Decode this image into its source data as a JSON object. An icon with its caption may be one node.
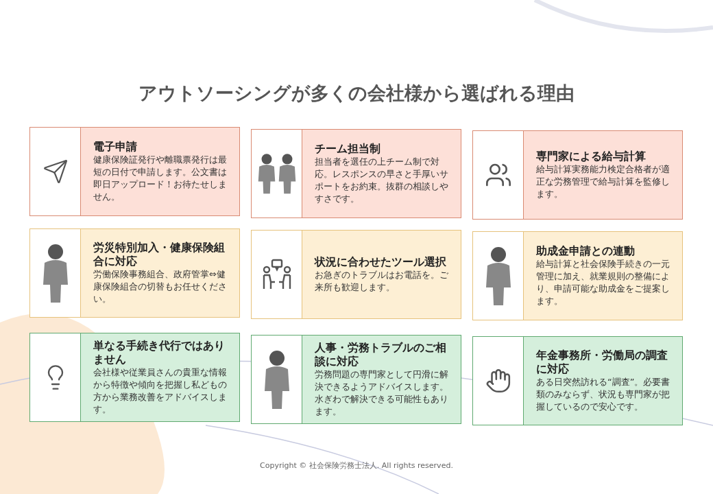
{
  "diagram": {
    "title": "アウトソーシングが多くの会社様から選ばれる理由",
    "nodes": [
      {
        "text": [
          "電子申請",
          "健康保険証発行や離職票発行は最短の日付で申請します。公文書は即日アップロード！お待たせしません。"
        ]
      },
      {
        "text": [
          "労災特別加入・健康保険組合に対応",
          "労働保険事務組合、政府管掌⇔健康保険組合の切替もお任せください。"
        ]
      },
      {
        "text": [
          "単なる手続き代行ではありません",
          "会社様や従業員さんの貴重な情報から特徴や傾向を把握し私どもの方から業務改善をアドバイスします。"
        ]
      },
      {
        "text": [
          "チーム担当制",
          "担当者を選任の上チーム制で対応。レスポンスの早さと手厚いサポートをお約束。抜群の相談しやすさです。"
        ]
      },
      {
        "text": [
          "状況に合わせたツール選択",
          "お急ぎのトラブルはお電話を。ご来所も歓迎します。"
        ]
      },
      {
        "text": [
          "人事・労務トラブルのご相談に対応",
          "労務問題の専門家として円滑に解決できるようアドバイスします。水ぎわで解決できる可能性もあります。"
        ]
      },
      {
        "text": [
          "専門家による給与計算",
          "給与計算実務能力検定合格者が適正な労務管理で給与計算を監修します。"
        ]
      },
      {
        "text": [
          "助成金申請との連動",
          "給与計算と社会保険手続きの一元管理に加え、就業規則の整備により、申請可能な助成金をご提案します。"
        ]
      },
      {
        "text": [
          "年金事務所・労働局の調査に対応",
          "ある日突然訪れる“調査”。必要書類のみならず、状況も専門家が把握しているので安心です。"
        ]
      }
    ],
    "labels": [
      "Copyright © 社会保険労務士法人. All rights reserved."
    ]
  }
}
